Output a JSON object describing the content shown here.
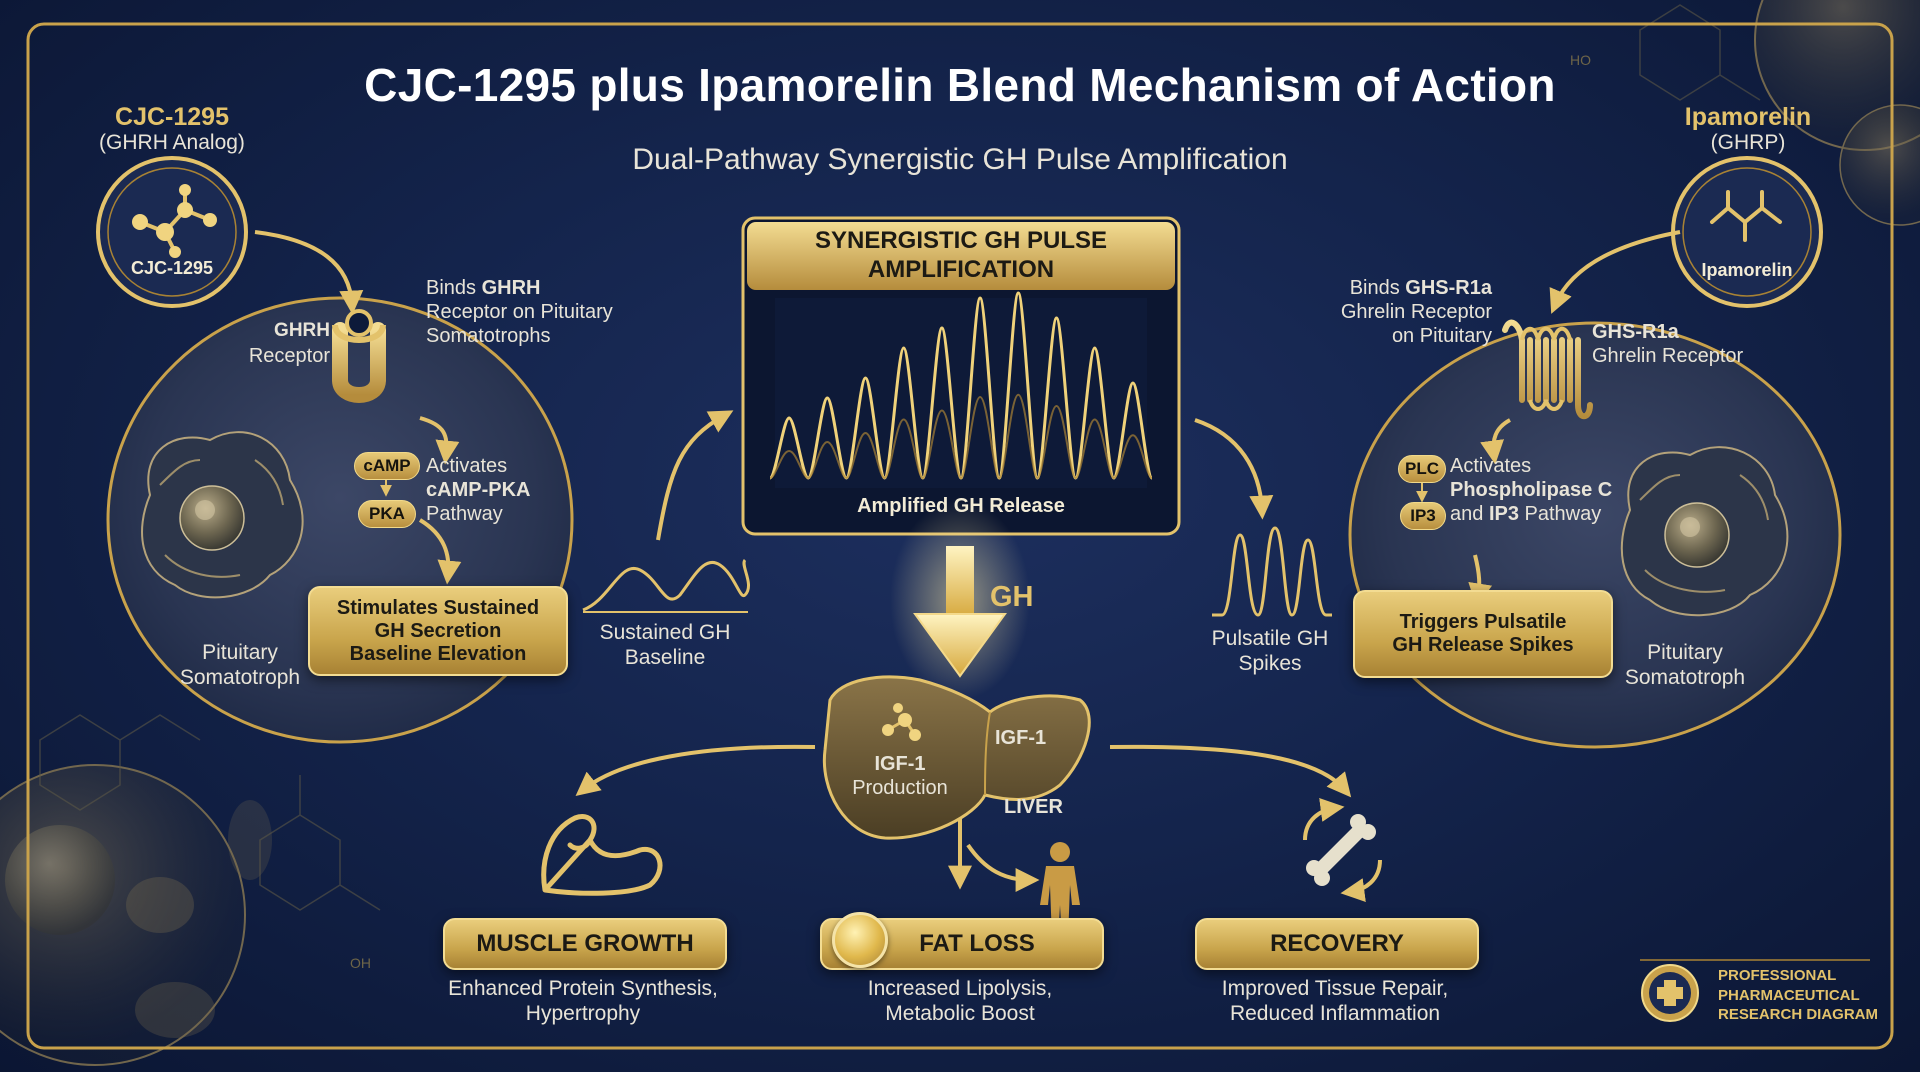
{
  "title": "CJC-1295 plus Ipamorelin Blend Mechanism of Action",
  "subtitle": "Dual-Pathway Synergistic GH Pulse Amplification",
  "left": {
    "name": "CJC-1295",
    "class": "(GHRH Analog)",
    "badge": "CJC-1295",
    "receptor_bold": "GHRH",
    "receptor_rest": "Receptor",
    "binds_prefix": "Binds ",
    "binds_bold": "GHRH",
    "binds_line1_rest": "",
    "binds_line2": "Receptor on Pituitary",
    "binds_line3": "Somatotrophs",
    "camp": "cAMP",
    "pka": "PKA",
    "activates": "Activates",
    "pathway_bold": "cAMP-PKA",
    "pathway": "Pathway",
    "box_lines": [
      "Stimulates Sustained",
      "GH Secretion",
      "Baseline Elevation"
    ],
    "cell_label": [
      "Pituitary",
      "Somatotroph"
    ],
    "baseline_label": [
      "Sustained GH",
      "Baseline"
    ]
  },
  "right": {
    "name": "Ipamorelin",
    "class": "(GHRP)",
    "badge": "Ipamorelin",
    "binds_prefix": "Binds ",
    "binds_bold": "GHS-R1a",
    "binds_line2": "Ghrelin Receptor",
    "binds_line3": "on Pituitary",
    "receptor_bold": "GHS-R1a",
    "receptor_rest": "Ghrelin Receptor",
    "plc": "PLC",
    "ip3": "IP3",
    "activates": "Activates",
    "pathway_bold1": "Phospholipase C",
    "pathway_and": "and ",
    "pathway_bold2": "IP3",
    "pathway_rest": " Pathway",
    "box_lines": [
      "Triggers Pulsatile",
      "GH Release Spikes"
    ],
    "cell_label": [
      "Pituitary",
      "Somatotroph"
    ],
    "spikes_label": [
      "Pulsatile GH",
      "Spikes"
    ]
  },
  "center": {
    "header_lines": [
      "SYNERGISTIC GH PULSE",
      "AMPLIFICATION"
    ],
    "caption": "Amplified GH Release",
    "gh_label": "GH",
    "liver_igf": [
      "IGF-1",
      "Production"
    ],
    "liver_igf_right": "IGF-1",
    "liver_label": "LIVER"
  },
  "outcomes": [
    {
      "title": "MUSCLE GROWTH",
      "lines": [
        "Enhanced Protein Synthesis,",
        "Hypertrophy"
      ],
      "icon": "muscle-arm-icon"
    },
    {
      "title": "FAT LOSS",
      "lines": [
        "Increased Lipolysis,",
        "Metabolic Boost"
      ],
      "icon": "fat-cell-icon"
    },
    {
      "title": "RECOVERY",
      "lines": [
        "Improved Tissue Repair,",
        "Reduced Inflammation"
      ],
      "icon": "bone-repair-icon"
    }
  ],
  "seal": {
    "lines": [
      "PROFESSIONAL",
      "PHARMACEUTICAL",
      "RESEARCH DIAGRAM"
    ],
    "icon": "medical-cross-seal-icon"
  },
  "deco_text": [
    "HO",
    "OH"
  ],
  "colors": {
    "background": "#14244c",
    "gold": "#e3c26b",
    "gold_dark": "#a88234",
    "text": "#e8e4d8"
  }
}
